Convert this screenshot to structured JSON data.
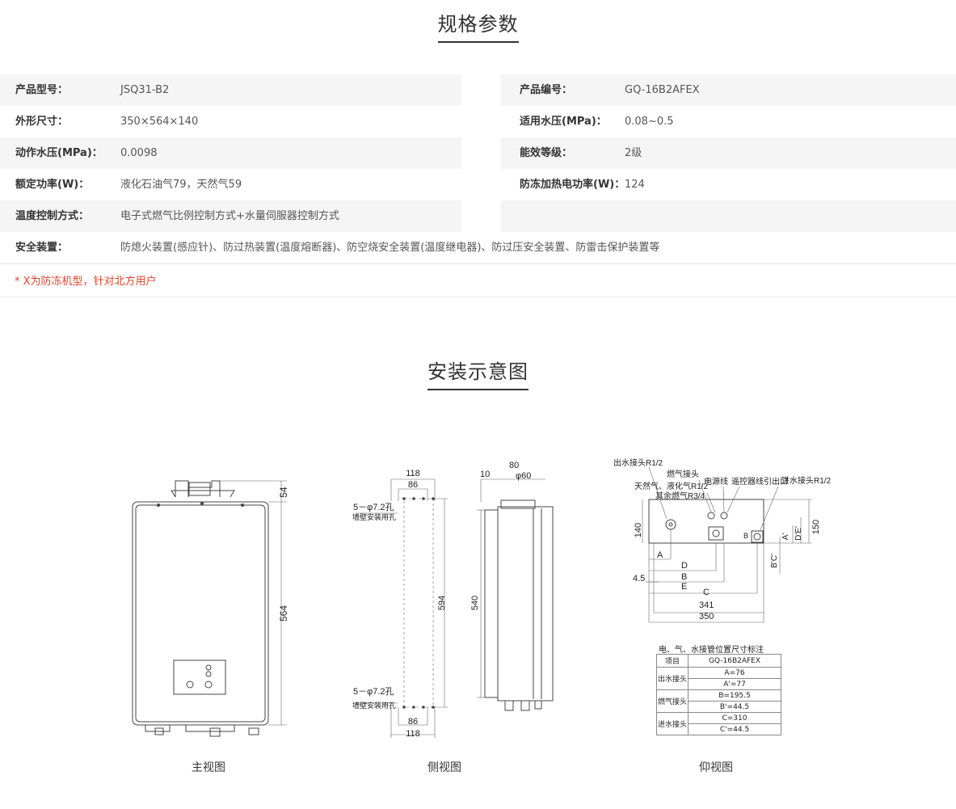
{
  "spec": {
    "title": "规格参数",
    "rows": [
      {
        "l1": "产品型号：",
        "v1": "JSQ31-B2",
        "l2": "产品编号：",
        "v2": "GQ-16B2AFEX"
      },
      {
        "l1": "外形尺寸：",
        "v1": "350×564×140",
        "l2": "适用水压(MPa)：",
        "v2": "0.08~0.5"
      },
      {
        "l1": "动作水压(MPa)：",
        "v1": "0.0098",
        "l2": "能效等级：",
        "v2": "2级"
      },
      {
        "l1": "额定功率(W)：",
        "v1": "液化石油气79，天然气59",
        "l2": "防冻加热电功率(W)：",
        "v2": "124"
      },
      {
        "l1": "温度控制方式：",
        "v1": "电子式燃气比例控制方式+水量伺服器控制方式",
        "l2": "",
        "v2": ""
      }
    ],
    "safety_label": "安全装置：",
    "safety_value": "防熄火装置(感应针)、防过热装置(温度熔断器)、防空烧安全装置(温度继电器)、防过压安全装置、防雷击保护装置等",
    "note": "* X为防冻机型，针对北方用户"
  },
  "install": {
    "title": "安装示意图",
    "captions": [
      "主视图",
      "侧视图",
      "仰视图"
    ],
    "front": {
      "top": "54",
      "height": "564"
    },
    "side": {
      "w1": "118",
      "w2": "86",
      "hole1": "5－φ7.2孔",
      "hole1_sub": "墙壁安装用孔",
      "h": "594",
      "hole2": "5－φ7.2孔",
      "hole2_sub": "墙壁安装用孔",
      "b1": "86",
      "b2": "118",
      "d1": "80",
      "d2": "10",
      "d3": "φ60",
      "h2": "540"
    },
    "bottom": {
      "labels": [
        "出水接头R1/2",
        "燃气接头",
        "天然气、液化气R1/2",
        "其余燃气R3/4",
        "电源线",
        "遥控器线引出口",
        "进水接头R1/2"
      ],
      "dims": [
        "140",
        "A",
        "D",
        "B",
        "E",
        "C",
        "341",
        "350",
        "4.5",
        "150",
        "D'E'",
        "A'",
        "B'C'",
        "B"
      ]
    },
    "table": {
      "caption": "电、气、水接管位置尺寸标注",
      "head": [
        "项目",
        "GQ-16B2AFEX"
      ],
      "groups": [
        {
          "name": "出水接头",
          "v": [
            "A=76",
            "A'=77"
          ]
        },
        {
          "name": "燃气接头",
          "v": [
            "B=195.5",
            "B'=44.5"
          ]
        },
        {
          "name": "进水接头",
          "v": [
            "C=310",
            "C'=44.5"
          ]
        }
      ]
    }
  }
}
